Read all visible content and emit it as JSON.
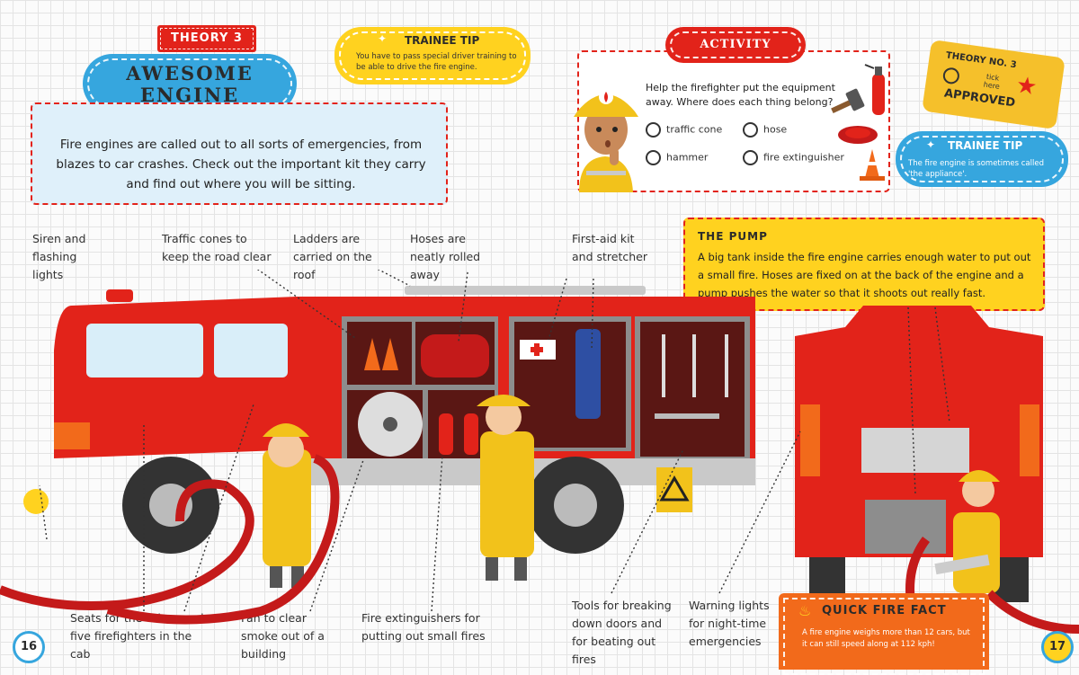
{
  "header": {
    "theory_tag": "THEORY 3",
    "title_line1": "AWESOME",
    "title_line2": "ENGINE",
    "intro": "Fire engines are called out to all sorts of emergencies, from blazes to car crashes. Check out the important kit they carry and find out where you will be sitting."
  },
  "trainee_tip_1": {
    "label": "TRAINEE TIP",
    "text": "You have to pass special driver training to be able to drive the fire engine."
  },
  "activity": {
    "label": "ACTIVITY",
    "question": "Help the firefighter put the equipment away. Where does each thing belong?",
    "options": [
      "traffic cone",
      "hose",
      "hammer",
      "fire extinguisher"
    ]
  },
  "stamp": {
    "line1": "THEORY NO. 3",
    "tick": "tick here",
    "line2": "APPROVED"
  },
  "trainee_tip_2": {
    "label": "TRAINEE TIP",
    "text": "The fire engine is sometimes called 'the appliance'."
  },
  "pump": {
    "title": "THE PUMP",
    "text": "A big tank inside the fire engine carries enough water to put out a small fire. Hoses are fixed on at the back of the engine and a pump pushes the water so that it shoots out really fast."
  },
  "callouts_top": [
    "Siren and flashing lights",
    "Traffic cones to keep the road clear",
    "Ladders are carried on the roof",
    "Hoses are neatly rolled away",
    "First-aid kit and stretcher"
  ],
  "callouts_bottom": [
    "Seats for the driver and five firefighters in the cab",
    "Fan to clear smoke out of a building",
    "Fire extinguishers for putting out small fires",
    "Tools for breaking down doors and for beating out fires",
    "Warning lights for night-time emergencies"
  ],
  "quick_fact": {
    "label": "QUICK FIRE FACT",
    "text": "A fire engine weighs more than 12 cars, but it can still speed along at 112 kph!"
  },
  "page_numbers": {
    "left": "16",
    "right": "17"
  },
  "colors": {
    "red": "#e2231a",
    "yellow": "#ffd21f",
    "blue": "#36a6de",
    "orange": "#f26a1b"
  }
}
